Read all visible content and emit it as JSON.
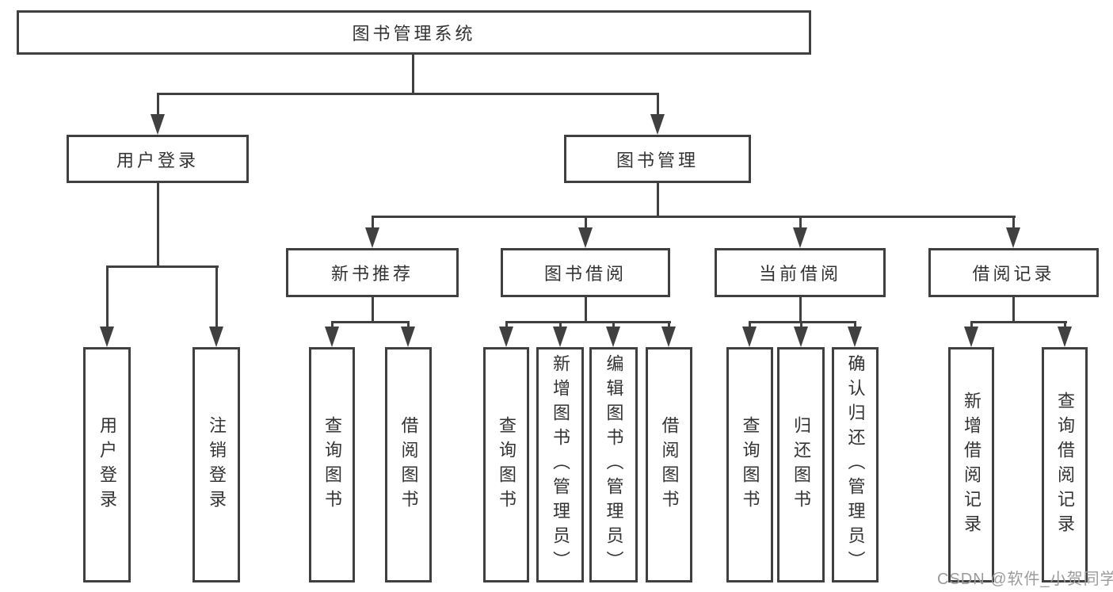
{
  "diagram": {
    "title": "图书管理系统",
    "tree": {
      "root": {
        "label": "图书管理系统"
      },
      "branches": [
        {
          "label": "用户登录",
          "children": [
            "用户登录",
            "注销登录"
          ]
        },
        {
          "label": "图书管理",
          "children": [
            {
              "label": "新书推荐",
              "children": [
                "查询图书",
                "借阅图书"
              ]
            },
            {
              "label": "图书借阅",
              "children": [
                "查询图书",
                "新增图书（管理员）",
                "编辑图书（管理员）",
                "借阅图书"
              ]
            },
            {
              "label": "当前借阅",
              "children": [
                "查询图书",
                "归还图书",
                "确认归还（管理员）"
              ]
            },
            {
              "label": "借阅记录",
              "children": [
                "新增借阅记录",
                "查询借阅记录"
              ]
            }
          ]
        }
      ]
    },
    "colors": {
      "line": "#404040",
      "text": "#333333",
      "watermark": "#9b9b9b",
      "background": "#ffffff"
    }
  },
  "watermark": {
    "text": "CSDN @软件_小贺同学"
  }
}
